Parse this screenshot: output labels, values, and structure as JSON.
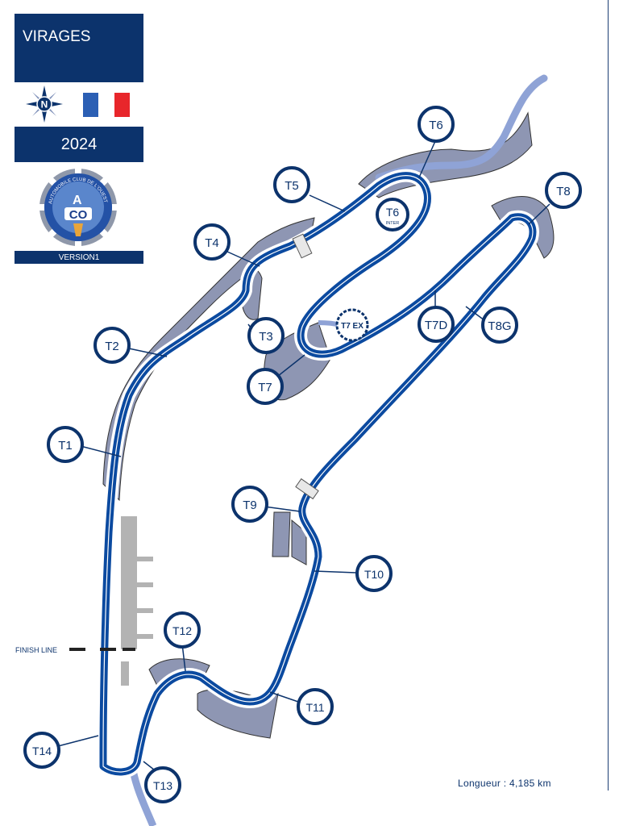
{
  "header": {
    "title": "VIRAGES",
    "year": "2024",
    "version": "VERSION1"
  },
  "logo": {
    "top_text": "AUTOMOBILE CLUB DE L'OUEST",
    "letters_a": "A",
    "letters_co": "CO"
  },
  "compass": {
    "letter": "N"
  },
  "flag": {
    "colors": [
      "#2b5fb4",
      "#ffffff",
      "#e8262b"
    ]
  },
  "colors": {
    "brand": "#0c336c",
    "track": "#0b4aa0",
    "runoff": "#8e96b3"
  },
  "finish_line": "FINISH LINE",
  "length": "Longueur : 4,185 km",
  "turns": [
    {
      "id": "t1",
      "label": "T1"
    },
    {
      "id": "t2",
      "label": "T2"
    },
    {
      "id": "t3",
      "label": "T3"
    },
    {
      "id": "t4",
      "label": "T4"
    },
    {
      "id": "t5",
      "label": "T5"
    },
    {
      "id": "t6",
      "label": "T6"
    },
    {
      "id": "t6i",
      "label": "T6",
      "sub": "INTER"
    },
    {
      "id": "t7",
      "label": "T7"
    },
    {
      "id": "t7ex",
      "label": "T7 EX"
    },
    {
      "id": "t7d",
      "label": "T7D"
    },
    {
      "id": "t8",
      "label": "T8"
    },
    {
      "id": "t8g",
      "label": "T8G"
    },
    {
      "id": "t9",
      "label": "T9"
    },
    {
      "id": "t10",
      "label": "T10"
    },
    {
      "id": "t11",
      "label": "T11"
    },
    {
      "id": "t12",
      "label": "T12"
    },
    {
      "id": "t13",
      "label": "T13"
    },
    {
      "id": "t14",
      "label": "T14"
    }
  ]
}
